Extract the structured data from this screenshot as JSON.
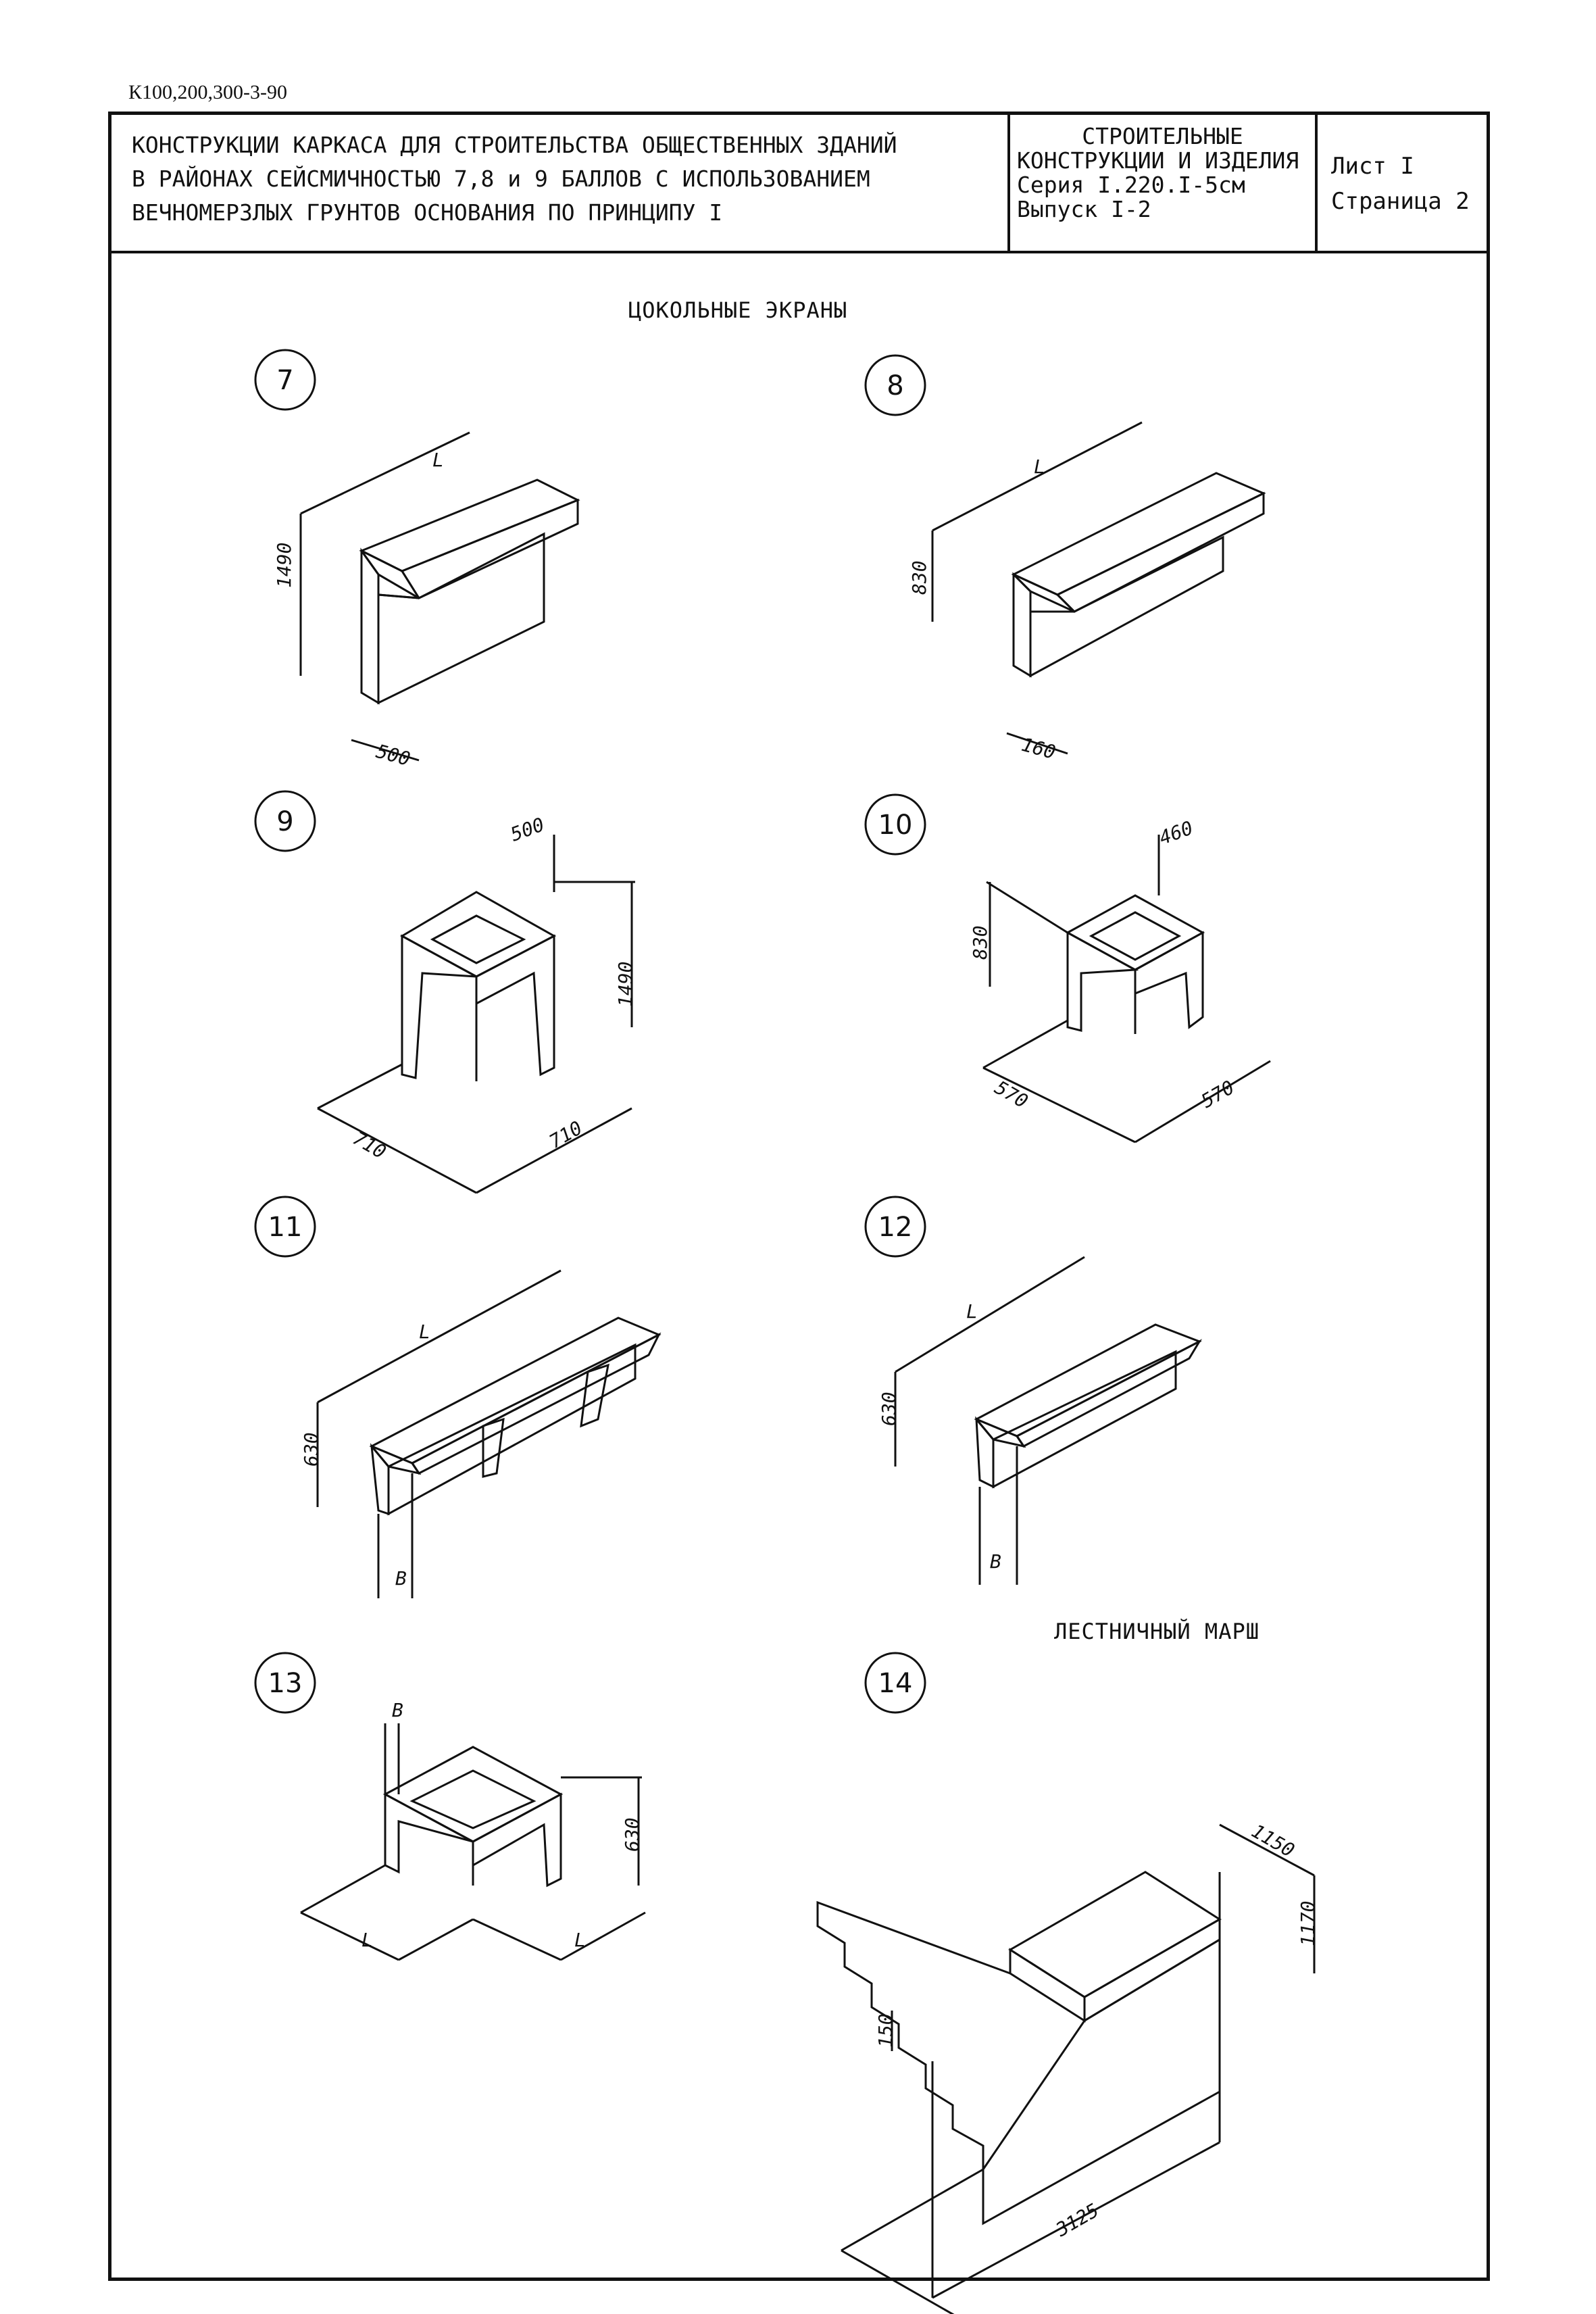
{
  "doc_code": "К100,200,300-3-90",
  "title_block": {
    "main_title": [
      "КОНСТРУКЦИИ КАРКАСА ДЛЯ СТРОИТЕЛЬСТВА ОБЩЕСТВЕННЫХ ЗДАНИЙ",
      "В РАЙОНАХ СЕЙСМИЧНОСТЬЮ 7,8 и 9 БАЛЛОВ С ИСПОЛЬЗОВАНИЕМ",
      "ВЕЧНОМЕРЗЛЫХ ГРУНТОВ ОСНОВАНИЯ ПО ПРИНЦИПУ I"
    ],
    "category": [
      "СТРОИТЕЛЬНЫЕ",
      "КОНСТРУКЦИИ И ИЗДЕЛИЯ"
    ],
    "series": "Серия I.220.I-5см",
    "issue": "Выпуск I-2",
    "sheet": "Лист I",
    "page": "Страница 2"
  },
  "section_titles": {
    "plinth": "ЦОКОЛЬНЫЕ ЭКРАНЫ",
    "stair": "ЛЕСТНИЧНЫЙ МАРШ"
  },
  "items": [
    {
      "num": "7",
      "dims": [
        "L",
        "1490",
        "500"
      ]
    },
    {
      "num": "8",
      "dims": [
        "L",
        "830",
        "160"
      ]
    },
    {
      "num": "9",
      "dims": [
        "500",
        "1490",
        "710",
        "710"
      ]
    },
    {
      "num": "10",
      "dims": [
        "460",
        "830",
        "570",
        "570"
      ]
    },
    {
      "num": "11",
      "dims": [
        "L",
        "630",
        "B"
      ]
    },
    {
      "num": "12",
      "dims": [
        "L",
        "630",
        "B"
      ]
    },
    {
      "num": "13",
      "dims": [
        "B",
        "630",
        "L",
        "L"
      ]
    },
    {
      "num": "14",
      "dims": [
        "1150",
        "1170",
        "150",
        "3125"
      ]
    }
  ]
}
